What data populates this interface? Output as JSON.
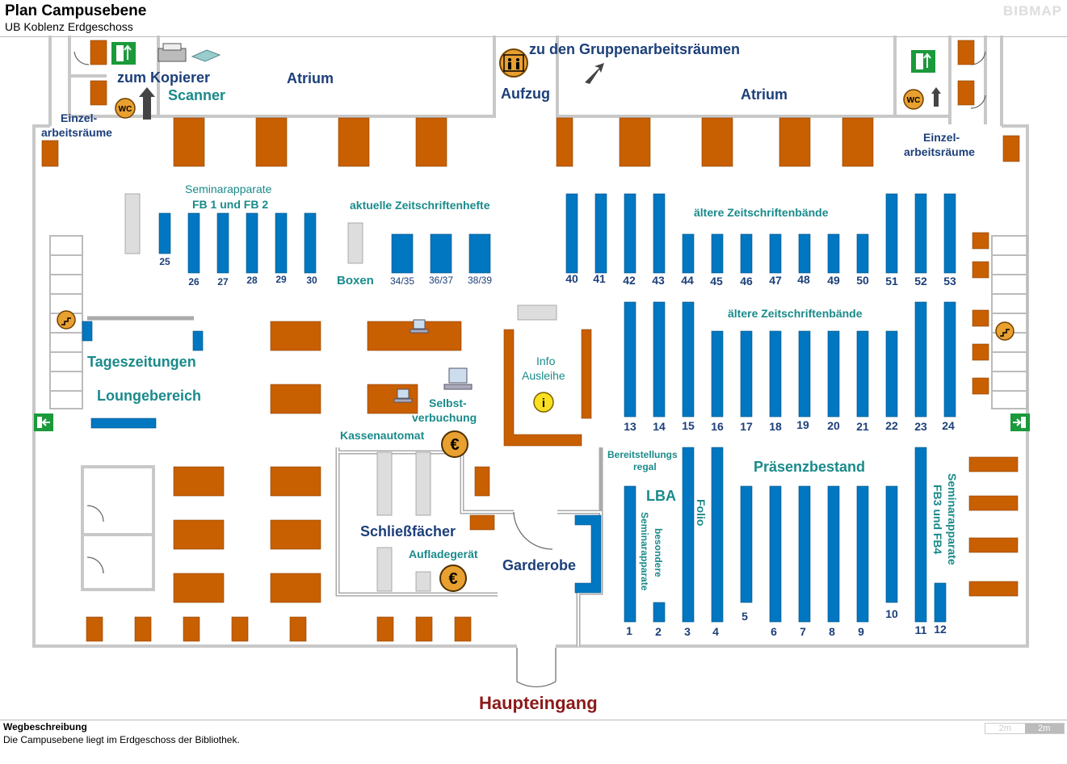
{
  "header": {
    "title": "Plan Campusebene",
    "subtitle": "UB Koblenz Erdgeschoss",
    "brand": "BIBMAP"
  },
  "labels": {
    "kopierer": "zum Kopierer",
    "scanner": "Scanner",
    "atrium_left": "Atrium",
    "atrium_right": "Atrium",
    "gruppen": "zu den Gruppenarbeitsräumen",
    "aufzug": "Aufzug",
    "einzel_left_1": "Einzel-",
    "einzel_left_2": "arbeitsräume",
    "einzel_right_1": "Einzel-",
    "einzel_right_2": "arbeitsräume",
    "seminar_1": "Seminarapparate",
    "seminar_2": "FB 1 und FB 2",
    "zeitschriftenhefte": "aktuelle Zeitschriftenhefte",
    "boxen": "Boxen",
    "aeltere_1": "ältere Zeitschriftenbände",
    "aeltere_2": "ältere Zeitschriftenbände",
    "tageszeitungen": "Tageszeitungen",
    "lounge": "Loungebereich",
    "info_1": "Info",
    "info_2": "Ausleihe",
    "selbst_1": "Selbst-",
    "selbst_2": "verbuchung",
    "kassenautomat": "Kassenautomat",
    "schliess": "Schließfächer",
    "aufladegeraet": "Aufladegerät",
    "garderobe": "Garderobe",
    "bereit_1": "Bereitstellungs",
    "bereit_2": "regal",
    "lba": "LBA",
    "besondere_1": "besondere",
    "besondere_2": "Seminarapparate",
    "folio": "Folio",
    "praesenz": "Präsenzbestand",
    "fb34_1": "Seminarapparate",
    "fb34_2": "FB3 und FB4",
    "haupteingang": "Haupteingang",
    "wc": "WC",
    "info_icon": "i",
    "euro": "€"
  },
  "shelves": {
    "s25": "25",
    "s26": "26",
    "s27": "27",
    "s28": "28",
    "s29": "29",
    "s30": "30",
    "s3435": "34/35",
    "s3637": "36/37",
    "s3839": "38/39",
    "s40": "40",
    "s41": "41",
    "s42": "42",
    "s43": "43",
    "s44": "44",
    "s45": "45",
    "s46": "46",
    "s47": "47",
    "s48": "48",
    "s49": "49",
    "s50": "50",
    "s51": "51",
    "s52": "52",
    "s53": "53",
    "s13": "13",
    "s14": "14",
    "s15": "15",
    "s16": "16",
    "s17": "17",
    "s18": "18",
    "s19": "19",
    "s20": "20",
    "s21": "21",
    "s22": "22",
    "s23": "23",
    "s24": "24",
    "s1": "1",
    "s2": "2",
    "s3": "3",
    "s4": "4",
    "s5": "5",
    "s6": "6",
    "s7": "7",
    "s8": "8",
    "s9": "9",
    "s10": "10",
    "s11": "11",
    "s12": "12"
  },
  "colors": {
    "shelf": "#0077c0",
    "table": "#c85f00",
    "wall": "#c8c8c8",
    "teal": "#1a8a8a",
    "navy": "#1c3f7a",
    "entrance": "#8b1a1a"
  },
  "footer": {
    "title": "Wegbeschreibung",
    "text": "Die Campusebene liegt im Erdgeschoss der Bibliothek.",
    "scale_a": "2m",
    "scale_b": "2m"
  }
}
